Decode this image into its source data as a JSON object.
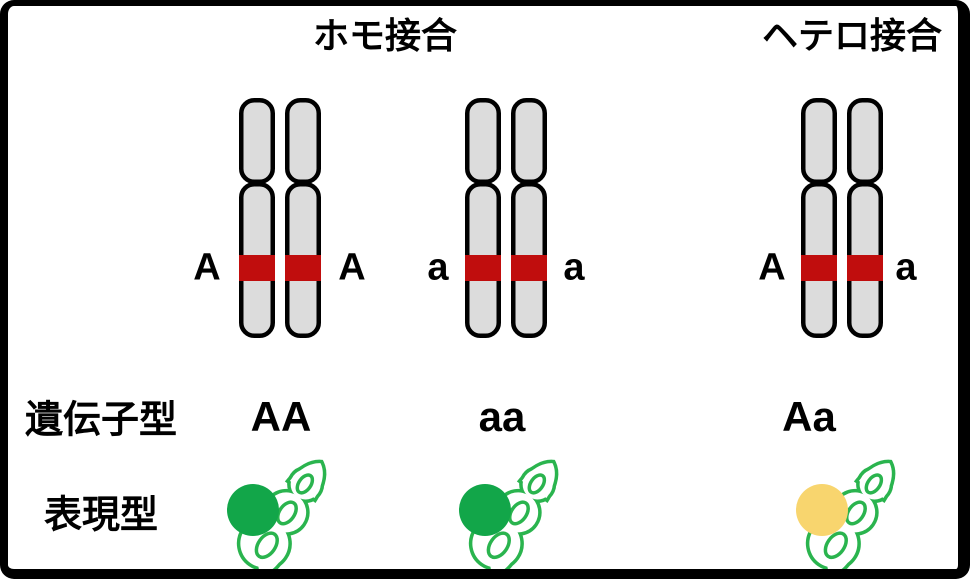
{
  "titles": {
    "homozygous": "ホモ接合",
    "heterozygous": "ヘテロ接合"
  },
  "row_labels": {
    "genotype": "遺伝子型",
    "phenotype": "表現型"
  },
  "pairs": [
    {
      "left_allele": "A",
      "right_allele": "A",
      "genotype": "AA",
      "seed_color": "#12a649"
    },
    {
      "left_allele": "a",
      "right_allele": "a",
      "genotype": "aa",
      "seed_color": "#12a649"
    },
    {
      "left_allele": "A",
      "right_allele": "a",
      "genotype": "Aa",
      "seed_color": "#f8d56e"
    }
  ],
  "colors": {
    "chromosome_fill": "#dcdcdc",
    "chromosome_outline": "#000000",
    "allele_band": "#c00d0d",
    "pod_outline_green": "#2ab44e",
    "seed_green": "#12a649",
    "seed_yellow": "#f8d56e",
    "frame": "#000000",
    "background": "#ffffff"
  }
}
